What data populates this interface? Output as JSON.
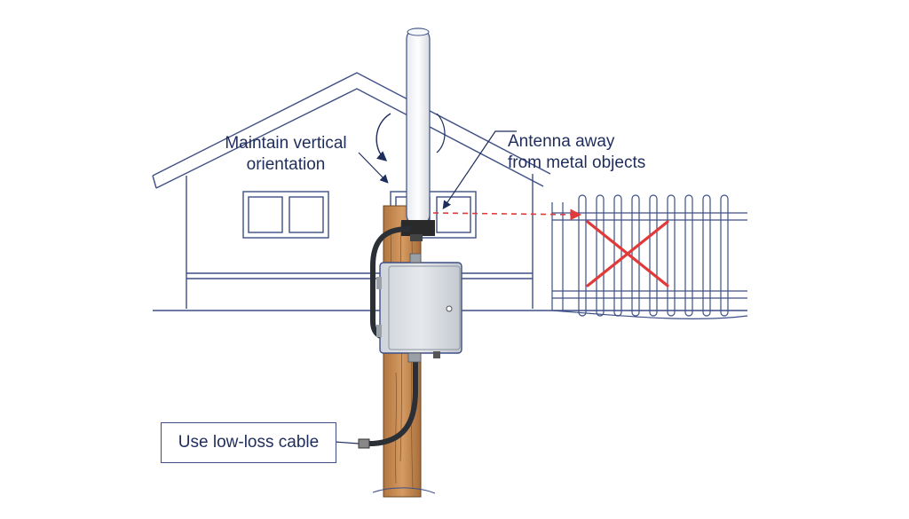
{
  "annotations": {
    "vertical": {
      "line1": "Maintain vertical",
      "line2": "orientation"
    },
    "metal": {
      "line1": "Antenna away",
      "line2": "from metal objects"
    },
    "cable": {
      "text": "Use low-loss cable"
    }
  },
  "colors": {
    "outline": "#3d4f86",
    "text": "#1f2d5c",
    "warning": "#e03a3a",
    "wood": "#c78d55",
    "enclosure": "#d9dde2",
    "antenna": "#f2f4f7"
  },
  "icons": {
    "no_metal_mark": "cross-icon",
    "rotation": "curved-arrow-icon"
  }
}
